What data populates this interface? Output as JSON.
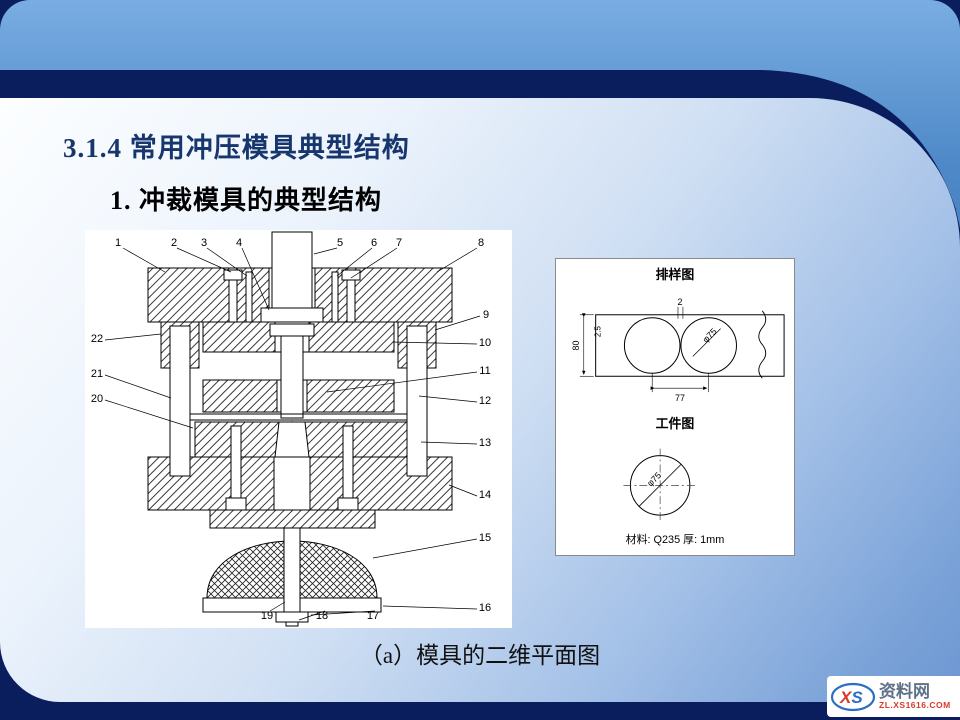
{
  "slide": {
    "title": "3.1.4 常用冲压模具典型结构",
    "subtitle": "1.  冲裁模具的典型结构",
    "caption": "（a）模具的二维平面图"
  },
  "main_diagram": {
    "callouts": [
      "1",
      "2",
      "3",
      "4",
      "5",
      "6",
      "7",
      "8",
      "9",
      "10",
      "11",
      "12",
      "13",
      "14",
      "15",
      "16",
      "17",
      "18",
      "19",
      "20",
      "21",
      "22"
    ]
  },
  "side_diagram": {
    "layout_title": "排样图",
    "workpiece_title": "工件图",
    "material_note": "材料: Q235   厚: 1mm",
    "dims": {
      "spacing": "2",
      "strip_width": "80",
      "edge_margin": "2.5",
      "pitch": "77",
      "blank_dia": "φ75",
      "part_dia": "φ75"
    }
  },
  "watermark": {
    "logo_x": "X",
    "logo_s": "S",
    "site_name": "资料网",
    "site_url": "ZL.XS1616.COM"
  },
  "colors": {
    "top_band": "#4f89c8",
    "navy": "#0a1e5e",
    "panel_light": "#fcfeff",
    "panel_dark": "#6d97d2",
    "title_text": "#17366d",
    "watermark_red": "#d63a2a",
    "watermark_blue": "#2a6ec5"
  }
}
